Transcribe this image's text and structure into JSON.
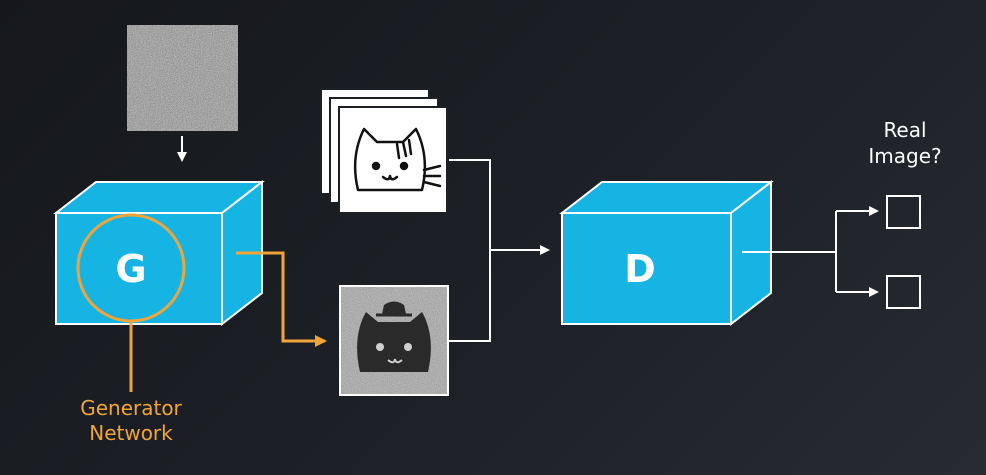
{
  "generator": {
    "letter": "G",
    "caption_line1": "Generator",
    "caption_line2": "Network"
  },
  "discriminator": {
    "letter": "D"
  },
  "output": {
    "line1": "Real",
    "line2": "Image?"
  },
  "colors": {
    "box_face": "#16b4e3",
    "box_edge": "#ffffff",
    "accent_orange": "#f0a53a",
    "arrow_white": "#ffffff",
    "noise_gray": "#8a8a8a"
  },
  "icons": [
    "noise-input-image",
    "real-cat-image-stack",
    "fake-cat-image",
    "checkbox-icon"
  ]
}
